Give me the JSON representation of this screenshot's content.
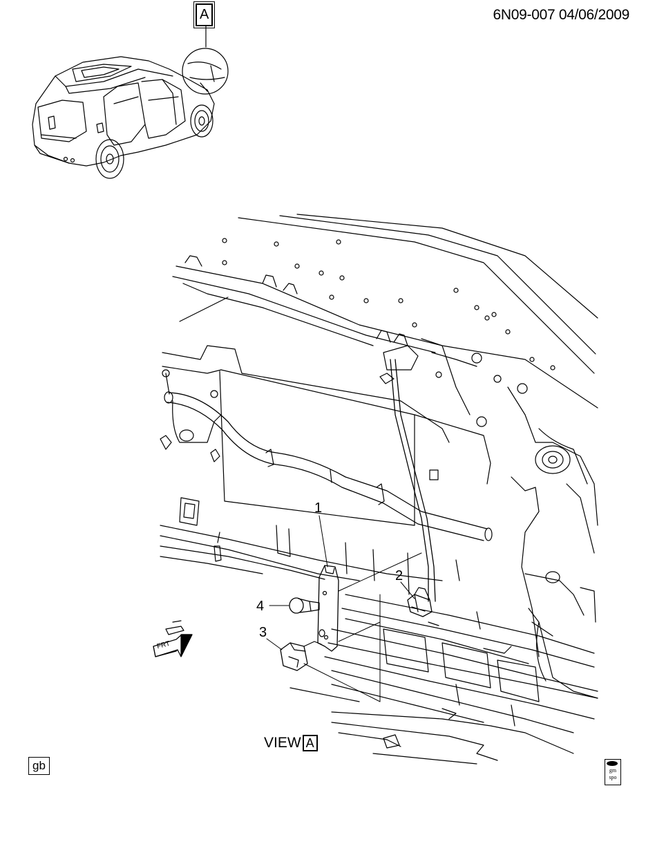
{
  "header": {
    "doc_id": "6N09-007  04/06/2009"
  },
  "view": {
    "prefix": "VIEW",
    "letter": "A"
  },
  "detail_callout": {
    "letter": "A"
  },
  "callouts": {
    "c1": "1",
    "c2": "2",
    "c3": "3",
    "c4": "4"
  },
  "footer": {
    "language_code": "gb",
    "logo_top": "gm",
    "logo_bottom": "spo"
  },
  "arrow": {
    "label": "FRT"
  }
}
